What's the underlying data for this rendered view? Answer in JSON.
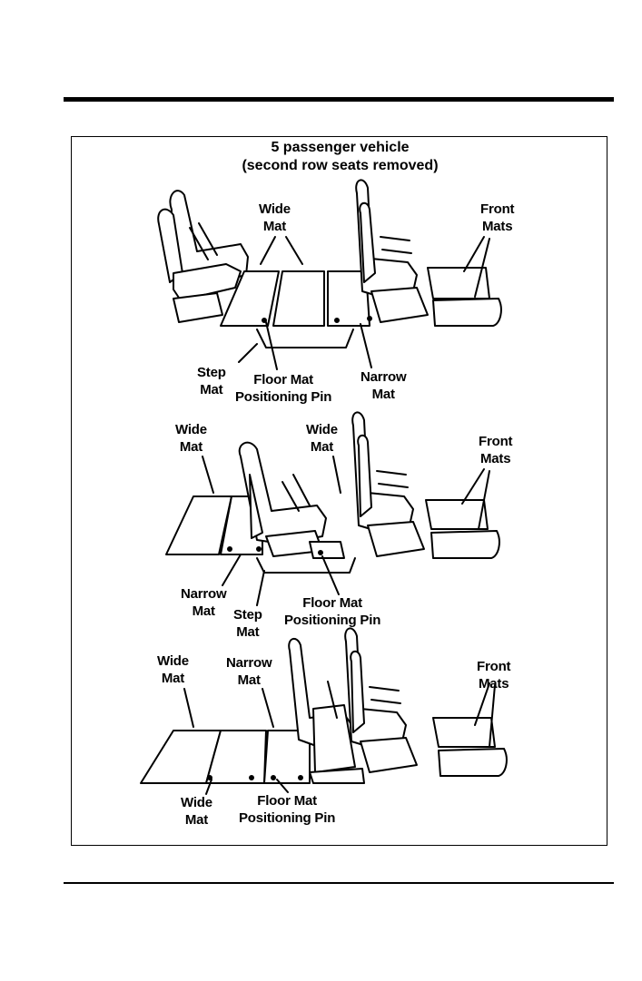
{
  "figure": {
    "title_line1": "5 passenger vehicle",
    "title_line2": "(second row seats removed)",
    "panel1": {
      "wide_mat": "Wide\nMat",
      "front_mats": "Front\nMats",
      "step_mat": "Step\nMat",
      "floor_mat_pin": "Floor Mat\nPositioning Pin",
      "narrow_mat": "Narrow\nMat"
    },
    "panel2": {
      "wide_mat_left": "Wide\nMat",
      "wide_mat_mid": "Wide\nMat",
      "front_mats": "Front\nMats",
      "narrow_mat": "Narrow\nMat",
      "step_mat": "Step\nMat",
      "floor_mat_pin": "Floor Mat\nPositioning Pin"
    },
    "panel3": {
      "wide_mat_left": "Wide\nMat",
      "narrow_mat": "Narrow\nMat",
      "front_mats": "Front\nMats",
      "wide_mat_bottom": "Wide\nMat",
      "floor_mat_pin": "Floor Mat\nPositioning Pin"
    }
  }
}
